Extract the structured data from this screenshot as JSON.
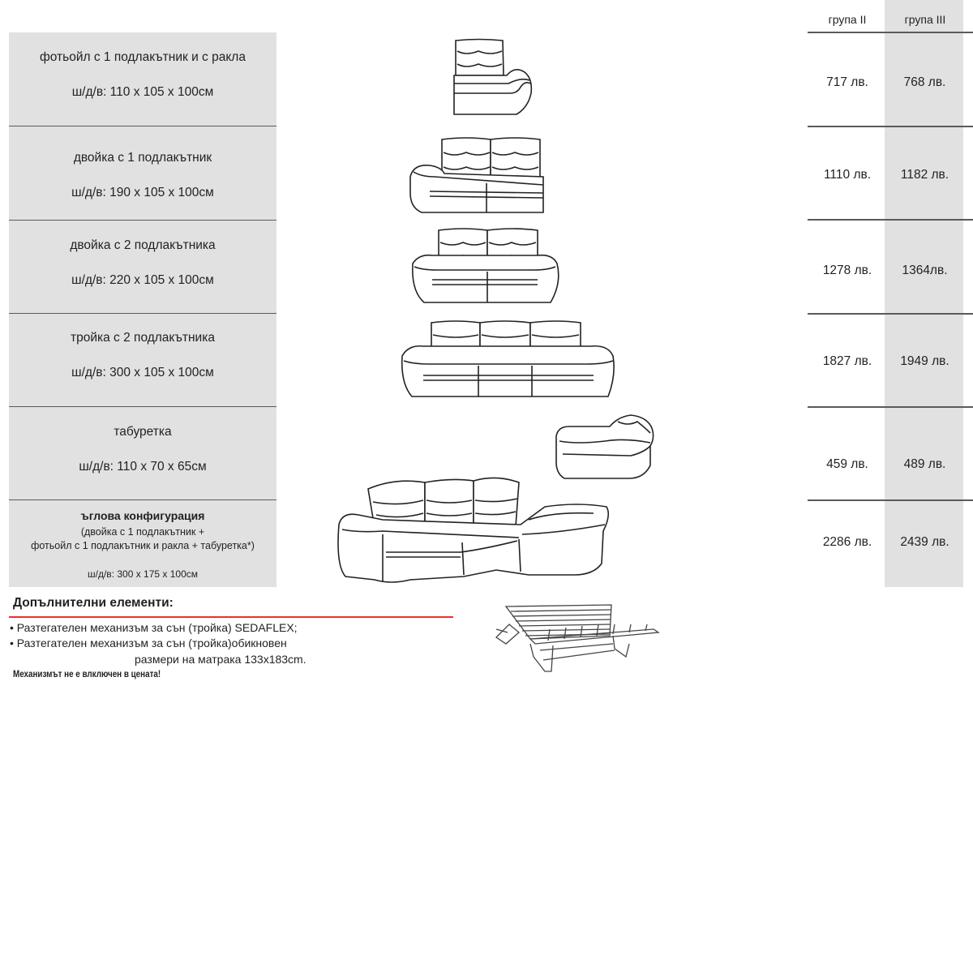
{
  "columns": {
    "group2": "група II",
    "group3": "група III"
  },
  "rows": [
    {
      "name": "фотьойл с 1 подлакътник и с ракла",
      "dims": "ш/д/в: 110 х 105 х 100см",
      "price_group2": "717 лв.",
      "price_group3": "768 лв.",
      "drawing": "armchair-with-storage-icon"
    },
    {
      "name": "двойка с 1 подлакътник",
      "dims": "ш/д/в: 190 х 105 х 100см",
      "price_group2": "1110 лв.",
      "price_group3": "1182 лв.",
      "drawing": "two-seater-one-armrest-icon"
    },
    {
      "name": "двойка с 2 подлакътника",
      "dims": "ш/д/в: 220 х 105 х 100см",
      "price_group2": "1278 лв.",
      "price_group3": "1364лв.",
      "drawing": "two-seater-two-armrests-icon"
    },
    {
      "name": "тройка с 2 подлакътника",
      "dims": "ш/д/в: 300 х 105 х 100см",
      "price_group2": "1827 лв.",
      "price_group3": "1949 лв.",
      "drawing": "three-seater-icon"
    },
    {
      "name": "табуретка",
      "dims": "ш/д/в: 110 х 70 х 65см",
      "price_group2": "459 лв.",
      "price_group3": "489 лв.",
      "drawing": "ottoman-icon"
    }
  ],
  "corner": {
    "name": "ъглова конфигурация",
    "sub1": "(двойка с 1 подлакътник +",
    "sub2": "фотьойл с 1 подлакътник и ракла + табуретка*)",
    "dims": "ш/д/в: 300 х 175 х 100см",
    "price_group2": "2286 лв.",
    "price_group3": "2439 лв.",
    "drawing": "corner-sofa-icon"
  },
  "extras": {
    "title": "Допълнителни елементи:",
    "line1": "• Разтегателен механизъм за сън (тройка) SEDAFLEX;",
    "line2": "• Разтегателен механизъм за сън (тройка)обикновен",
    "line3": "размери на матрака 133x183cm.",
    "note": "Механизмът не е влключен в цената!",
    "drawing": "sleeping-mechanism-icon"
  }
}
